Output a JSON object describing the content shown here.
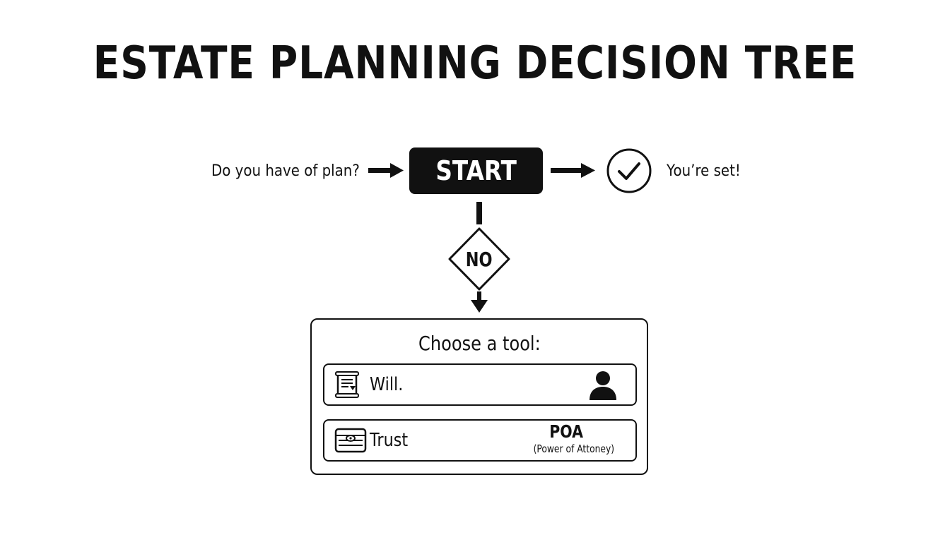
{
  "title": "ESTATE PLANNING DECISION TREE",
  "flow": {
    "question": "Do you have of plan?",
    "start_label": "START",
    "done_text": "You’re set!",
    "decision_label": "NO"
  },
  "tools": {
    "heading": "Choose a tool:",
    "will_label": "Will.",
    "trust_label": "Trust",
    "poa_label": "POA",
    "poa_subtitle": "(Power of Attoney)"
  },
  "icons": {
    "check": "check-circle-icon",
    "will": "scroll-document-icon",
    "person": "person-icon",
    "trust": "treasure-chest-icon"
  },
  "colors": {
    "ink": "#111111",
    "background": "#ffffff"
  }
}
